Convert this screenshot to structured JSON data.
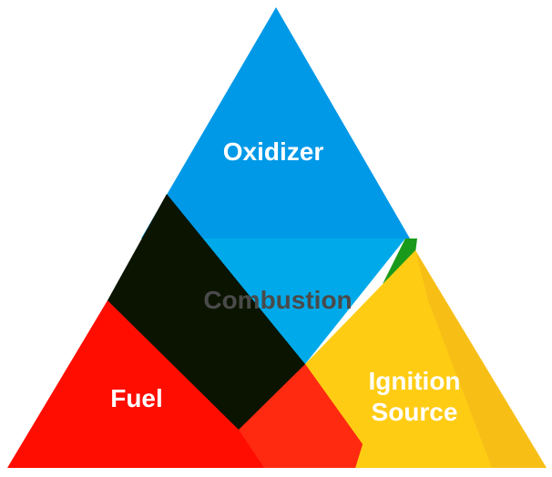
{
  "labels": {
    "oxidizer": "Oxidizer",
    "combustion": "Combustion",
    "fuel": "Fuel",
    "ignition_line1": "Ignition",
    "ignition_line2": "Source"
  },
  "colors": {
    "oxidizer": "#0099e8",
    "combustion": "#00aaea",
    "fuel": "#ff0d00",
    "fuel_overlap": "#ff2a10",
    "ignition": "#ffcc14",
    "ignition_shade": "#f0b418",
    "dark_band": "#0a1400",
    "green_sliver": "#1a9a1a",
    "combustion_text": "#4a4a4a",
    "label_text": "#ffffff"
  }
}
